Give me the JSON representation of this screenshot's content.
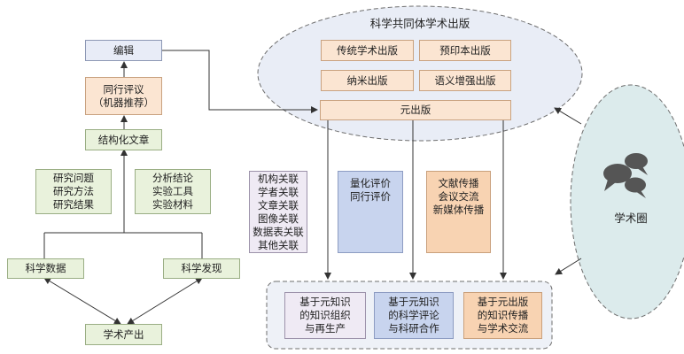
{
  "left": {
    "editing": "编辑",
    "peer_review": "同行评议\n（机器推荐）",
    "structured_article": "结构化文章",
    "research_box": "研究问题\n研究方法\n研究结果",
    "analysis_box": "分析结论\n实验工具\n实验材料",
    "scientific_data": "科学数据",
    "scientific_discovery": "科学发现",
    "academic_output": "学术产出"
  },
  "community": {
    "title": "科学共同体学术出版",
    "traditional": "传统学术出版",
    "preprint": "预印本出版",
    "nano": "纳米出版",
    "semantic": "语义增强出版",
    "meta": "元出版"
  },
  "middle": {
    "associations": "机构关联\n学者关联\n文章关联\n图像关联\n数据表关联\n其他关联",
    "evaluation": "量化评价\n同行评价",
    "communication": "文献传播\n会议交流\n新媒体传播"
  },
  "bottom": {
    "knowledge_reproduction": "基于元知识\n的知识组织\n与再生产",
    "research_evaluation": "基于元知识\n的科学评论\n与科研合作",
    "knowledge_dissemination": "基于元出版\n的知识传播\n与学术交流"
  },
  "circle": {
    "label": "学术圈"
  },
  "colors": {
    "community_ellipse": "#e9edf6",
    "circle_ellipse": "#dcebec",
    "bottom_container": "#eef1f7"
  }
}
